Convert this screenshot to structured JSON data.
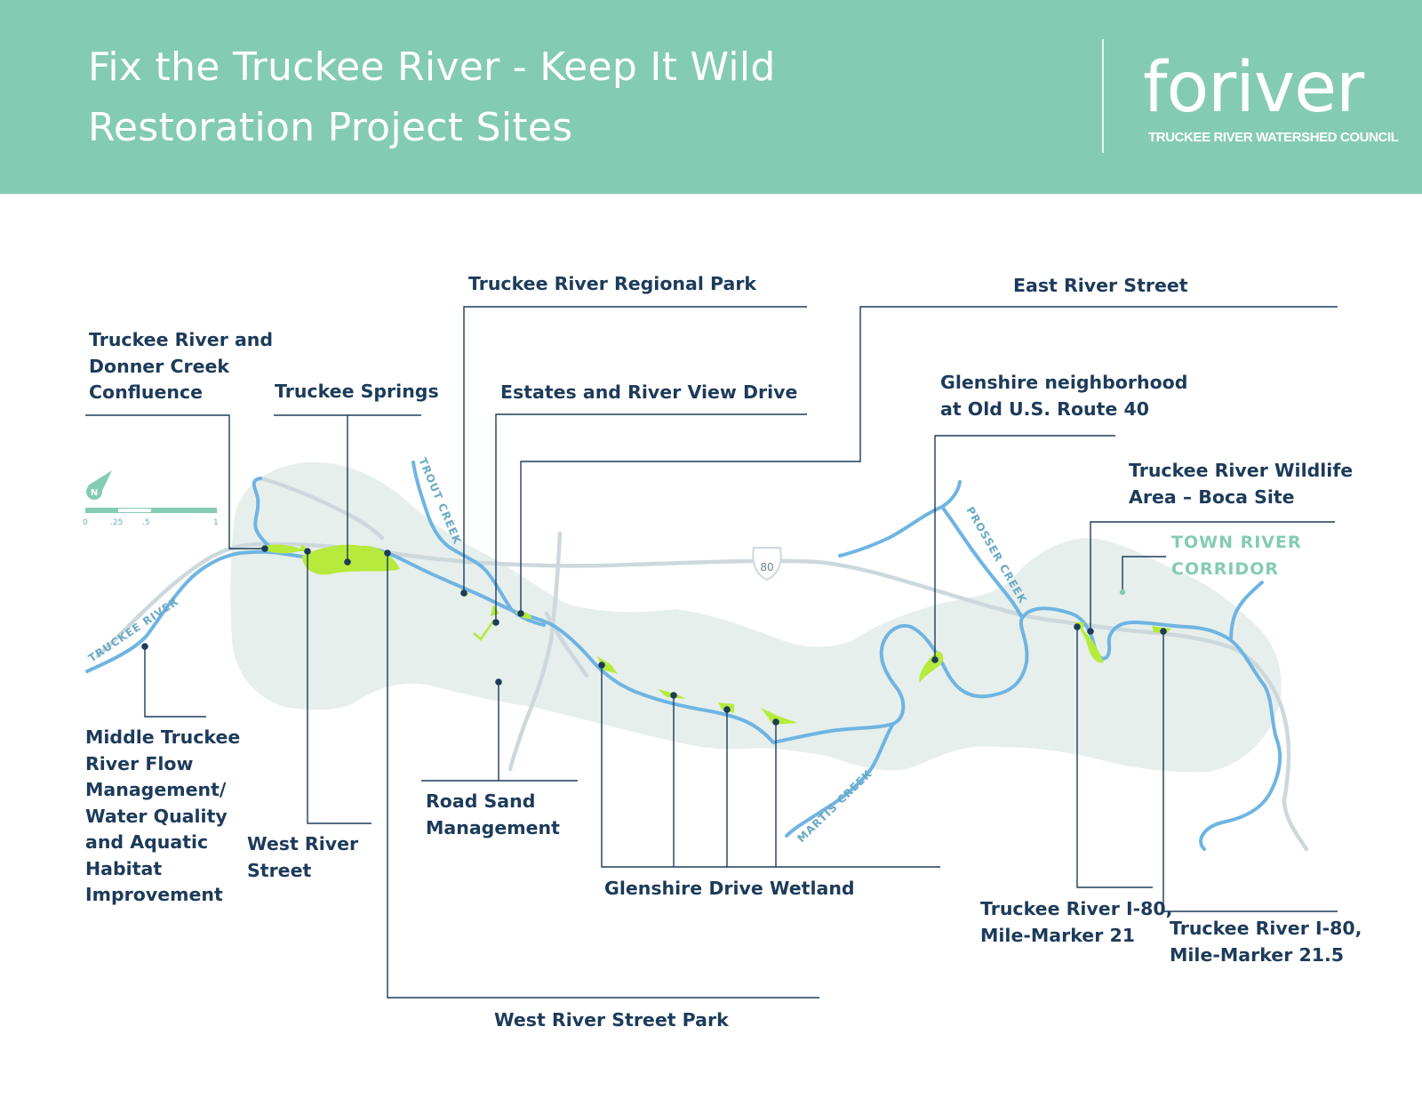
{
  "header": {
    "title_line1": "Fix the Truckee River - Keep It Wild",
    "title_line2": "Restoration Project Sites",
    "logo_word": "foriver",
    "logo_subtitle": "TRUCKEE RIVER WATERSHED COUNCIL"
  },
  "colors": {
    "banner": "#84cbb4",
    "river": "#6fb4e2",
    "road": "#cdd8dd",
    "watershed": "#e6efec",
    "site_green": "#b6ea3c",
    "label_text": "#1d3b5a",
    "leader_line": "#1d3b5a"
  },
  "scale_bar": {
    "north_label": "N",
    "ticks": [
      "0",
      ".25",
      ".5",
      "1"
    ]
  },
  "highway": {
    "shield_label": "80"
  },
  "creek_labels": {
    "truckee_river": "TRUCKEE RIVER",
    "trout_creek": "TROUT CREEK",
    "prosser_creek": "PROSSER CREEK",
    "martis_creek": "MARTIS CREEK"
  },
  "corridor_label": {
    "line1": "TOWN RIVER",
    "line2": "CORRIDOR"
  },
  "sites": {
    "confluence": [
      "Truckee River and",
      "Donner Creek",
      "Confluence"
    ],
    "truckee_springs": [
      "Truckee Springs"
    ],
    "regional_park": [
      "Truckee River Regional Park"
    ],
    "estates_river_view": [
      "Estates and River View Drive"
    ],
    "east_river_street": [
      "East River Street"
    ],
    "glenshire_route40": [
      "Glenshire neighborhood",
      "at Old U.S. Route 40"
    ],
    "boca_site": [
      "Truckee River Wildlife",
      "Area – Boca Site"
    ],
    "middle_truckee": [
      "Middle Truckee",
      "River Flow",
      "Management/",
      "Water Quality",
      "and Aquatic",
      "Habitat",
      "Improvement"
    ],
    "west_river_street": [
      "West River",
      "Street"
    ],
    "road_sand": [
      "Road Sand",
      "Management"
    ],
    "glenshire_wetland": [
      "Glenshire Drive Wetland"
    ],
    "mile_marker_21": [
      "Truckee River I-80,",
      "Mile-Marker 21"
    ],
    "mile_marker_21_5": [
      "Truckee River I-80,",
      "Mile-Marker 21.5"
    ],
    "west_river_street_park": [
      "West River Street Park"
    ]
  }
}
